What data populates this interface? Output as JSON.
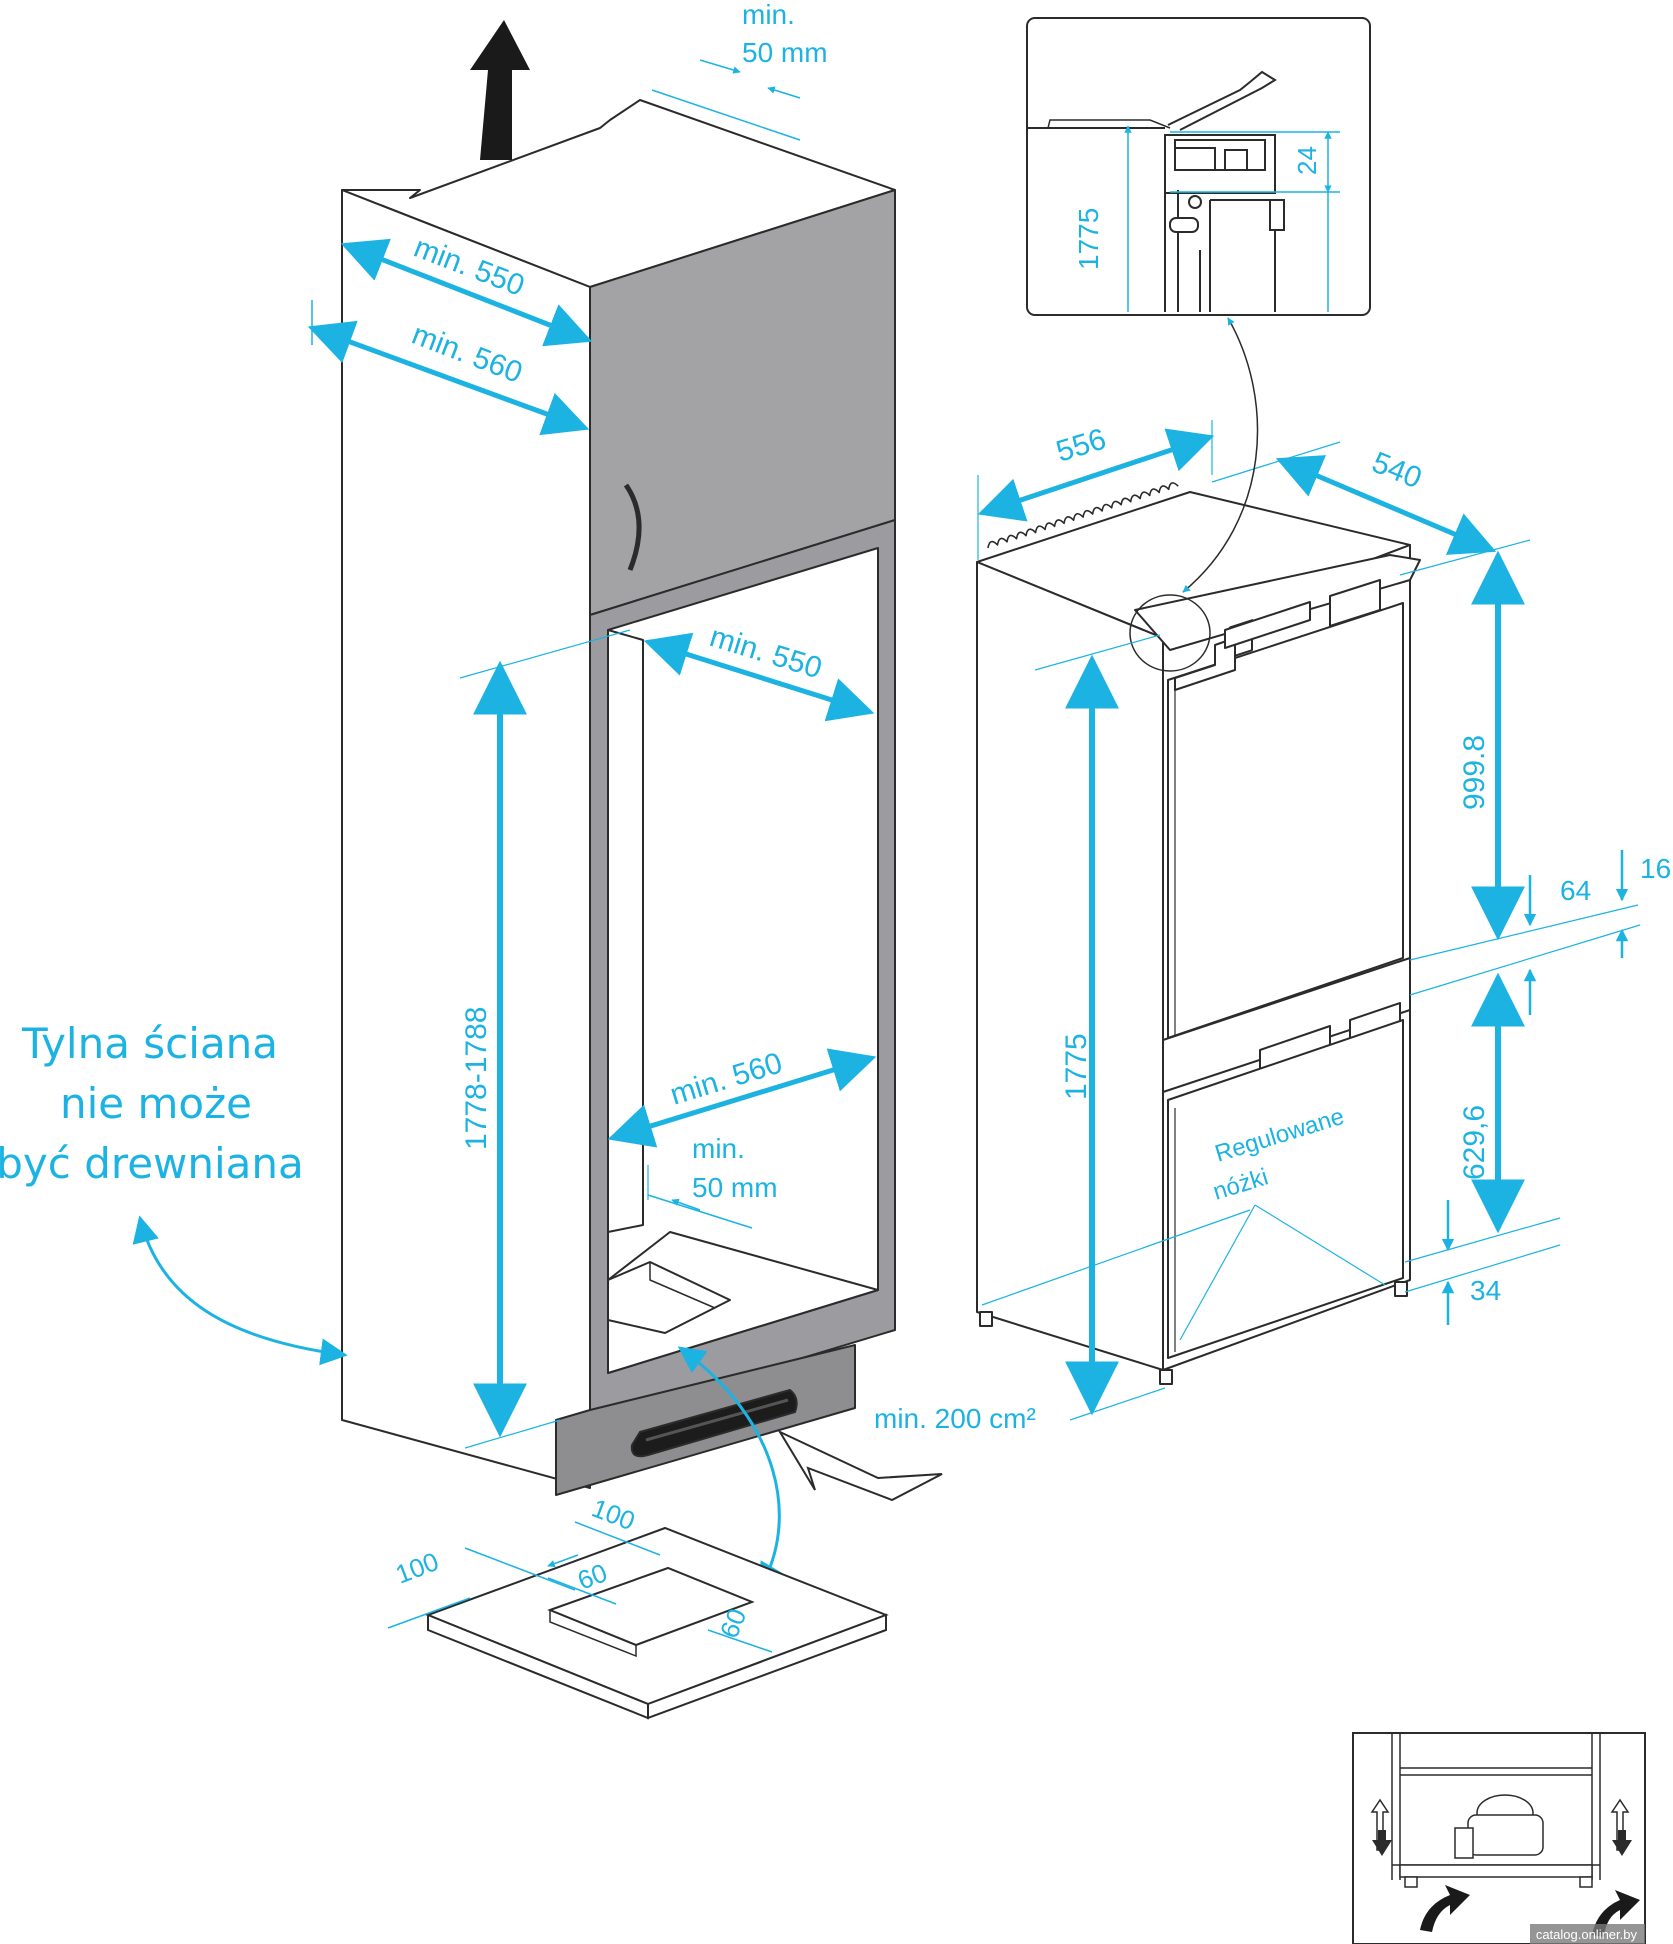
{
  "colors": {
    "accent": "#1cb3e3",
    "line": "#2b2b2b",
    "cabinet_gray": "#a3a3a6",
    "plinth_gray": "#8e8e91",
    "background": "#ffffff"
  },
  "cabinet": {
    "top_gap": "min.\n50 mm",
    "upper_depth": "min. 550",
    "upper_outer_depth": "min. 560",
    "niche_depth": "min. 550",
    "niche_outer_depth": "min. 560",
    "niche_height": "1778-1788",
    "rear_gap": "min.\n50 mm",
    "vent_area": "min. 200 cm²",
    "back_wall_note": [
      "Tylna ściana",
      "nie może",
      "być drewniana"
    ]
  },
  "floor_cutout": {
    "left_margin": "100",
    "back_margin": "100",
    "cutout_depth": "60",
    "cutout_width": "60"
  },
  "fridge": {
    "width": "556",
    "depth": "540",
    "height": "1775",
    "upper_hinge_to_lower": "999.8",
    "door_gap": "64",
    "door_offset": "16",
    "lower_section": "629,6",
    "bottom_clearance": "34",
    "feet_note": [
      "Regulowane",
      "nóżki"
    ]
  },
  "detail_inset": {
    "height": "1775",
    "offset": "24"
  },
  "watermark": "catalog.onliner.by",
  "icons": [
    "arrow-up-icon",
    "vent-arrow-icon",
    "leveling-arrow-icon"
  ]
}
